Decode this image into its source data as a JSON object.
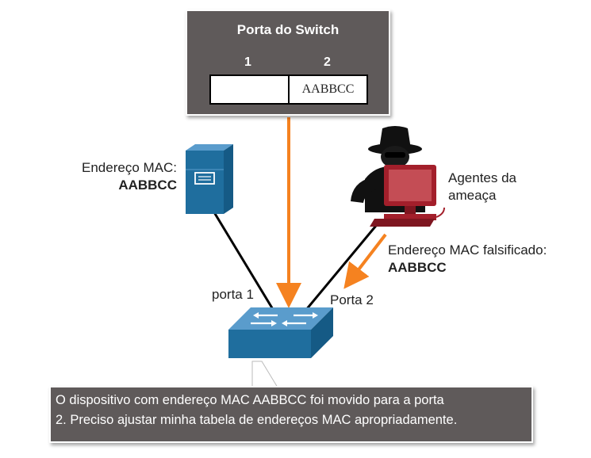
{
  "mac_table": {
    "title": "Porta do Switch",
    "columns": [
      "1",
      "2"
    ],
    "cells": [
      "",
      "AABBCC"
    ]
  },
  "host": {
    "label": "Endereço MAC:",
    "mac": "AABBCC"
  },
  "attacker": {
    "label_line1": "Agentes da",
    "label_line2": "ameaça",
    "spoofed_label": "Endereço MAC falsificado:",
    "spoofed_mac": "AABBCC"
  },
  "ports": {
    "port1": "porta 1",
    "port2": "Porta 2"
  },
  "message": {
    "line1": "O dispositivo com endereço MAC AABBCC foi movido para a porta",
    "line2": "2. Preciso ajustar minha tabela de endereços MAC apropriadamente."
  },
  "colors": {
    "arrow": "#f58220",
    "panel": "#5f5a5a",
    "device": "#1f6e9e",
    "attacker": "#a31f2b"
  }
}
